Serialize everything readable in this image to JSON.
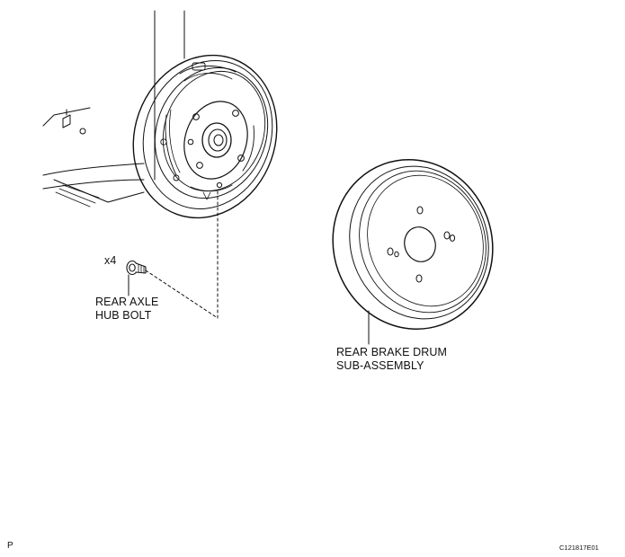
{
  "labels": {
    "quantity": "x4",
    "hub_bolt": [
      "REAR AXLE",
      "HUB BOLT"
    ],
    "brake_drum": [
      "REAR BRAKE DRUM",
      "SUB-ASSEMBLY"
    ]
  },
  "footer": {
    "left_mark": "P",
    "figure_code": "C121817E01"
  }
}
